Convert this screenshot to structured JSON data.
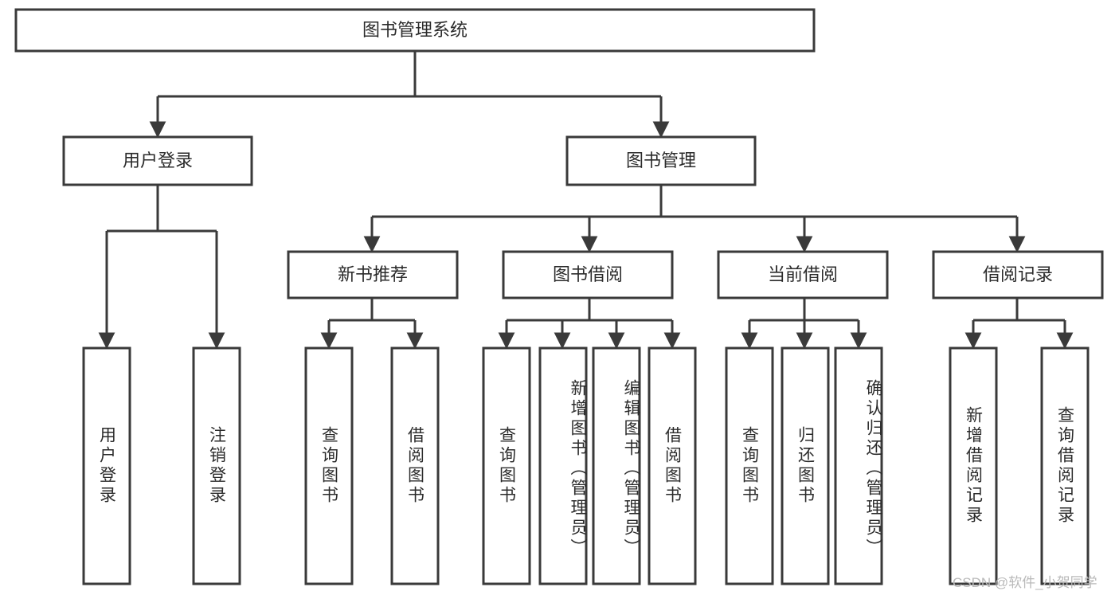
{
  "diagram": {
    "type": "tree",
    "title": "图书管理系统",
    "watermark": "CSDN @软件_小贺同学",
    "colors": {
      "box_stroke": "#3a3a3a",
      "box_fill": "#ffffff",
      "text": "#2b2b2b",
      "watermark": "#b9b9b9",
      "background": "#ffffff"
    },
    "levels": {
      "root": {
        "label": "图书管理系统"
      },
      "level2": [
        {
          "label": "用户登录"
        },
        {
          "label": "图书管理"
        }
      ],
      "level3": [
        {
          "label": "新书推荐"
        },
        {
          "label": "图书借阅"
        },
        {
          "label": "当前借阅"
        },
        {
          "label": "借阅记录"
        }
      ],
      "leaves": [
        {
          "label": "用户登录",
          "parent": "用户登录"
        },
        {
          "label": "注销登录",
          "parent": "用户登录"
        },
        {
          "label": "查询图书",
          "parent": "新书推荐"
        },
        {
          "label": "借阅图书",
          "parent": "新书推荐"
        },
        {
          "label": "查询图书",
          "parent": "图书借阅"
        },
        {
          "label": "新增图书（管理员）",
          "parent": "图书借阅"
        },
        {
          "label": "编辑图书（管理员）",
          "parent": "图书借阅"
        },
        {
          "label": "借阅图书",
          "parent": "图书借阅"
        },
        {
          "label": "查询图书",
          "parent": "当前借阅"
        },
        {
          "label": "归还图书",
          "parent": "当前借阅"
        },
        {
          "label": "确认归还（管理员）",
          "parent": "当前借阅"
        },
        {
          "label": "新增借阅记录",
          "parent": "借阅记录"
        },
        {
          "label": "查询借阅记录",
          "parent": "借阅记录"
        }
      ]
    }
  }
}
